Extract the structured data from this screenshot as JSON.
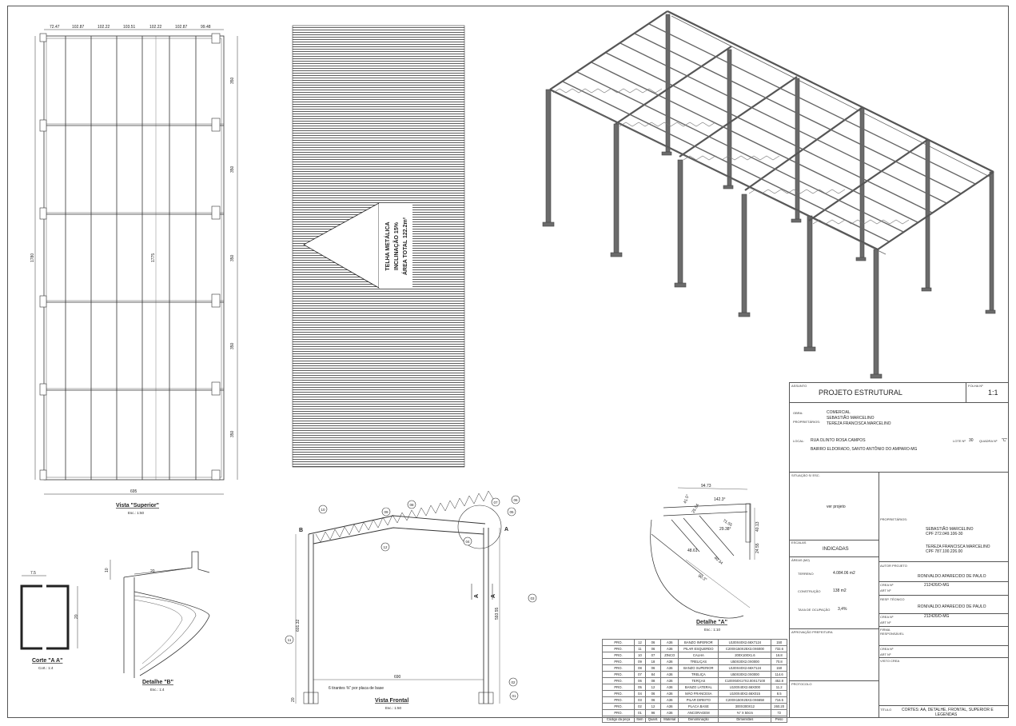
{
  "top_view": {
    "top_dims": [
      "72.47",
      "102.87",
      "102.22",
      "103.51",
      "102.22",
      "102.87",
      "99.48"
    ],
    "right_dims": [
      "350",
      "350",
      "350",
      "350",
      "350"
    ],
    "left_dim": "1780",
    "center_dim": "1775",
    "bottom_dim": "695",
    "title": "Vista \"Superior\"",
    "scale": "Esc.: 1:50"
  },
  "roof_plan": {
    "line1": "TELHA METÁLICA",
    "line2": "INCLINAÇÃO 15%",
    "line3": "ÁREA TOTAL 122.2m²"
  },
  "section_aa": {
    "dim_w": "7.5",
    "dim_h": "20",
    "title": "Corte \"A A\"",
    "scale": "Cort.: 1:4"
  },
  "detail_b": {
    "dim_h": "10",
    "dim_w": "20",
    "title": "Detalhe \"B\"",
    "scale": "Esc.: 1:4"
  },
  "front_view": {
    "tags": [
      "10",
      "09",
      "08",
      "07",
      "06",
      "05",
      "04",
      "12",
      "03",
      "11",
      "02",
      "01"
    ],
    "letter_b": "B",
    "letter_a": "A",
    "cut_a": "A",
    "dim_left": "601.32",
    "dim_right": "593.55",
    "dim_width": "690",
    "dim_base": "20",
    "note": "6 tirantes ⅜\" por placa de base",
    "title": "Vista Frontal",
    "scale": "Esc.: 1:50"
  },
  "detail_a": {
    "dims": [
      "94.73",
      "142.3°",
      "41.5°",
      "25.54",
      "71.55",
      "29.38°",
      "40.13",
      "48.61",
      "24.55",
      "40.34",
      "90.3°"
    ],
    "title": "Detalhe \"A\"",
    "scale": "Esc.: 1:10"
  },
  "bom": {
    "rows": [
      [
        "PRO.",
        "12",
        "06",
        "A36",
        "BANZO INFERIOR",
        "U100X40X2.66X7124",
        "150"
      ],
      [
        "PRO.",
        "11",
        "06",
        "A36",
        "PILAR ESQUERDO",
        "C200X150X25X3.0X6000",
        "732.6"
      ],
      [
        "PRO.",
        "10",
        "07",
        "ZINCO",
        "CALHA",
        "200X100X1.6",
        "16.8"
      ],
      [
        "PRO.",
        "09",
        "18",
        "A36",
        "TRELIÇAS",
        "U50X30X2.0X0000",
        "70.8"
      ],
      [
        "PRO.",
        "08",
        "06",
        "A36",
        "BANZO SUPERIOR",
        "U100X40X2.66X7124",
        "150"
      ],
      [
        "PRO.",
        "07",
        "84",
        "A36",
        "TRELIÇA",
        "U50X30X2.0X0000",
        "114.6"
      ],
      [
        "PRO.",
        "06",
        "08",
        "A36",
        "TERÇAS",
        "C100X50X17X2.00X17100",
        "452.8"
      ],
      [
        "PRO.",
        "05",
        "12",
        "A36",
        "BANZO LATERAL",
        "U100X40X2.66X000",
        "11.2"
      ],
      [
        "PRO.",
        "04",
        "06",
        "A36",
        "MÃO FRANCESA",
        "U100X40X2.66X015",
        "8.5"
      ],
      [
        "PRO.",
        "03",
        "06",
        "A36",
        "PILAR DIREITO",
        "C200X150X25X3.0X6658",
        "716.5"
      ],
      [
        "PRO.",
        "02",
        "12",
        "A36",
        "PLACA BASE",
        "300X300X12",
        "260.20"
      ],
      [
        "PRO.",
        "01",
        "96",
        "A36",
        "ANCORAGEM",
        "⅜\" X 50cm",
        "72"
      ]
    ],
    "header": [
      "Código da peça",
      "Item",
      "Quant.",
      "Material",
      "Denominação",
      "Dimensões",
      "Peso"
    ]
  },
  "title_block": {
    "assunto_cap": "ASSUNTO",
    "assunto": "PROJETO ESTRUTURAL",
    "folha_cap": "FOLHA Nº",
    "folha": "1:1",
    "obra_cap": "OBRA:",
    "obra": "COMERCIAL",
    "prop_cap": "PROPRIETÁRIOS:",
    "prop1": "SEBASTIÃO MARCELINO",
    "prop2": "TEREZA FRANCISCA MARCELINO",
    "local_cap": "LOCAL:",
    "local1": "RUA OLINTO ROSA CAMPOS",
    "local2": "BAIRRO ELDORADO, SANTO ANTÔNIO DO AMPARO-MG",
    "lote_cap": "LOTE Nº",
    "lote": "30",
    "quadra_cap": "QUADRA Nº",
    "quadra": "\"C\"",
    "situacao_cap": "SITUAÇÃO S/ ESC.",
    "situacao": "ver projeto",
    "escalas_cap": "ESCALAS",
    "escalas": "INDICADAS",
    "areas_cap": "ÁREAS (m2)",
    "terreno_cap": "TERRENO",
    "terreno": "4.084.06 m2",
    "construcao_cap": "CONSTRUÇÃO",
    "construcao": "138 m2",
    "taxa_cap": "TAXA DE OCUPAÇÃO",
    "taxa": "3,4%",
    "aprov_cap": "APROVAÇÃO PREFEITURA",
    "protocolo_cap": "PROTOCOLO",
    "proprietarios_cap": "PROPRIETÁRIOS:",
    "p1": "SEBASTIÃO MARCELINO",
    "p1cpf": "CPF 272.049.106-30",
    "p2": "TEREZA FRANCISCA MARCELINO",
    "p2cpf": "CPF 787.100.226.00",
    "autor_cap": "AUTOR PROJETO",
    "autor": "RONIVALDO APARECIDO DE PAULO",
    "crea_cap": "CREA Nº",
    "crea": "212426/D-MG",
    "art_cap": "ART Nº",
    "resp_cap": "RESP. TÉCNICO",
    "resp": "RONIVALDO APARECIDO DE PAULO",
    "crea2": "212426/D-MG",
    "firma_cap": "FIRMA RESPONSÁVEL",
    "visto_cap": "VISTO CREA",
    "titulo_cap": "TÍTULO",
    "titulo1": "CORTES: AA, DETALHE, FRONTAL, SUPERIOR E",
    "titulo2": "LEGENDAS"
  }
}
